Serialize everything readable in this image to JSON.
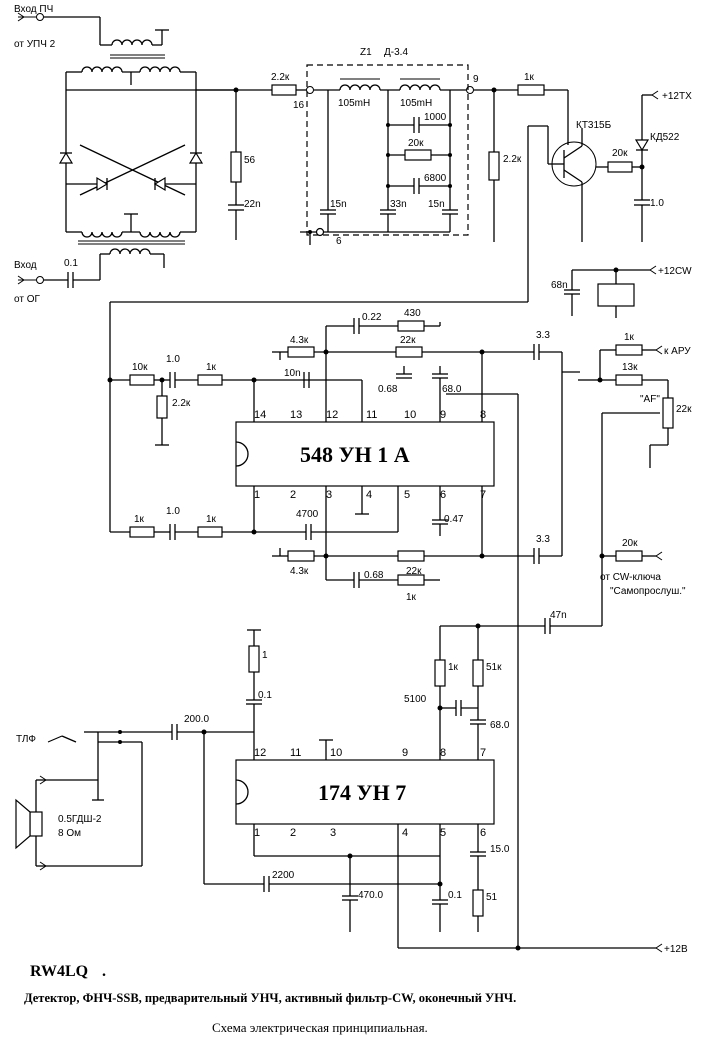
{
  "inputs": {
    "if_input_label": "Вход ПЧ",
    "if_input_source": "от УПЧ 2",
    "og_input_label": "Вход",
    "og_input_source": "от ОГ"
  },
  "filter": {
    "name": "Z1",
    "type": "Д-3.4",
    "pin_in": "16",
    "pin_out": "9",
    "pin_gnd": "6"
  },
  "components": {
    "r_2k2_in": "2.2к",
    "r_56": "56",
    "c_22n": "22n",
    "c_0_1_og": "0.1",
    "l1": "105mH",
    "l2": "105mH",
    "c_1000": "1000",
    "r_20k_f": "20к",
    "c_6800": "6800",
    "c_15n_a": "15n",
    "c_33n": "33n",
    "c_15n_b": "15n",
    "r_2k2_out": "2.2к",
    "r_1k_base": "1к",
    "transistor": "КТ315Б",
    "diode": "КД522",
    "r_20k_tx": "20к",
    "c_1_0_tx": "1.0",
    "c_68n": "68n",
    "r_10k": "10к",
    "c_1_0_a": "1.0",
    "r_1k_a": "1к",
    "r_2k2_g": "2.2к",
    "r_4k3_a": "4.3к",
    "c_0_22": "0.22",
    "r_430": "430",
    "r_22k_a": "22к",
    "c_10n": "10n",
    "c_0_68_a": "0.68",
    "c_68_0": "68.0",
    "c_3_3_a": "3.3",
    "r_1k_agc": "1к",
    "r_13k": "13к",
    "af_label": "\"AF\"",
    "r_22k_pot": "22к",
    "r_1k_b": "1к",
    "c_1_0_b": "1.0",
    "r_1k_c": "1к",
    "c_4700": "4700",
    "c_0_47": "0.47",
    "c_3_3_b": "3.3",
    "r_4k3_b": "4.3к",
    "r_22k_b": "22к",
    "c_0_68_b": "0.68",
    "r_1k_d": "1к",
    "r_20k_cw": "20к",
    "c_47n": "47n",
    "r_1": "1",
    "c_0_1_a": "0.1",
    "r_1k_e": "1к",
    "r_51k": "51к",
    "c_5100": "5100",
    "c_68_0_b": "68.0",
    "c_200_0": "200.0",
    "c_2200": "2200",
    "c_470_0": "470.0",
    "c_0_1_b": "0.1",
    "c_15_0": "15.0",
    "r_51": "51",
    "speaker": "0.5ГДШ-2",
    "speaker_ohm": "8 Ом",
    "phones": "ТЛФ"
  },
  "power": {
    "tx": "+12ТХ",
    "cw": "+12CW",
    "main": "+12В",
    "agc": "к АРУ",
    "cw_key_line1": "от CW-ключа",
    "cw_key_line2": "\"Самопрослуш.\""
  },
  "ic1": {
    "name": "548 УН 1 А",
    "top_pins": [
      "14",
      "13",
      "12",
      "11",
      "10",
      "9",
      "8"
    ],
    "bottom_pins": [
      "1",
      "2",
      "3",
      "4",
      "5",
      "6",
      "7"
    ]
  },
  "ic2": {
    "name": "174 УН 7",
    "top_pins": [
      "12",
      "11",
      "10",
      "9",
      "8",
      "7"
    ],
    "bottom_pins": [
      "1",
      "2",
      "3",
      "4",
      "5",
      "6"
    ]
  },
  "caption": {
    "author": "RW4LQ",
    "line1": "Детектор,  ФНЧ-SSB,  предварительный  УНЧ,  активный фильтр-CW,  оконечный УНЧ.",
    "line2": "Схема  электрическая принципиальная."
  }
}
